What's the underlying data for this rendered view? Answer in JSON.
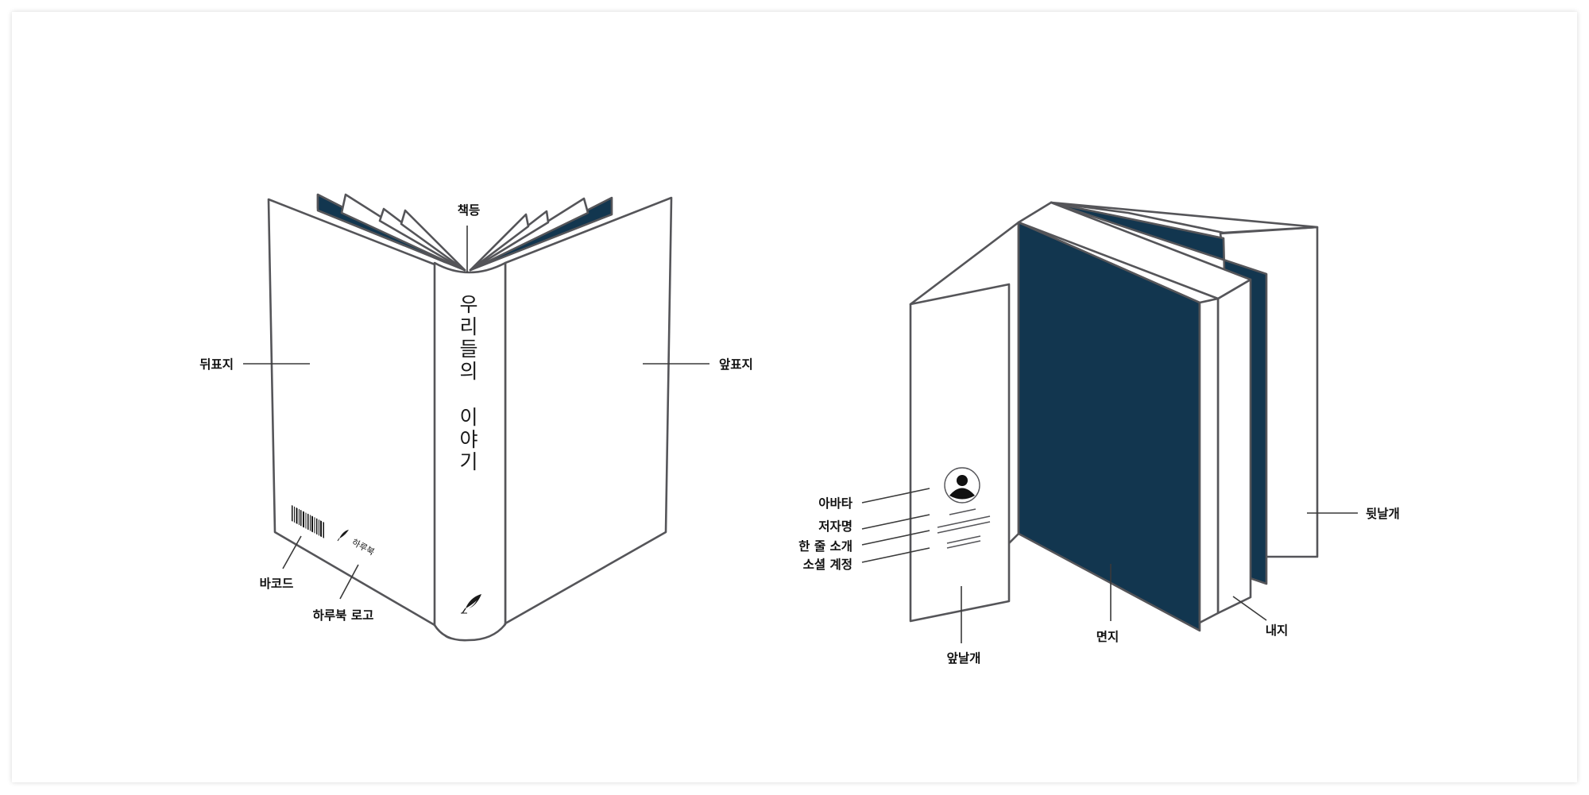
{
  "left_book": {
    "spine_title_line1": [
      "우",
      "리",
      "들",
      "의"
    ],
    "spine_title_line2": [
      "이",
      "야",
      "기"
    ],
    "back_logo_text": "하루북",
    "labels": {
      "spine": "책등",
      "back_cover": "뒤표지",
      "front_cover": "앞표지",
      "barcode": "바코드",
      "logo": "하루북 로고"
    }
  },
  "right_book": {
    "labels": {
      "avatar": "아바타",
      "author_name": "저자명",
      "one_line_intro": "한 줄 소개",
      "social_account": "소셜 계정",
      "front_flap": "앞날개",
      "endpaper": "면지",
      "inner_pages": "내지",
      "back_flap": "뒷날개"
    }
  },
  "colors": {
    "endpaper_navy": "#12364f",
    "outline": "#555559",
    "background": "#ffffff"
  },
  "icons": [
    "feather-icon",
    "avatar-icon",
    "barcode-icon"
  ]
}
